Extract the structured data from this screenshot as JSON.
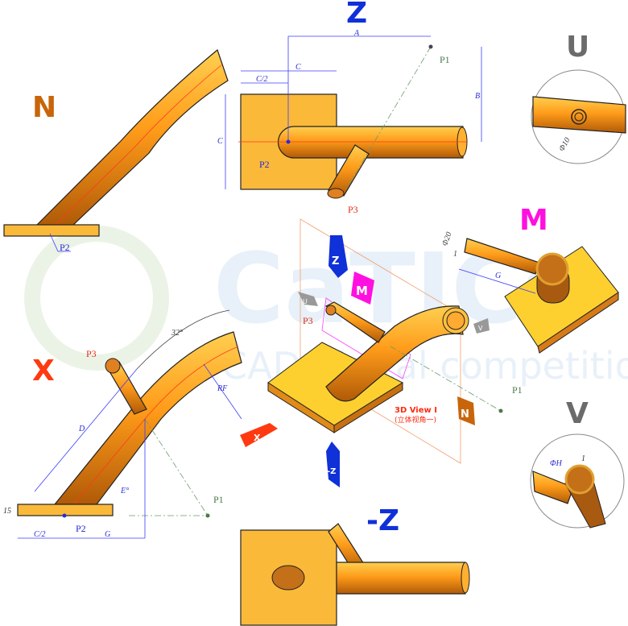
{
  "watermark": {
    "logo": "CaTICs",
    "tagline": "CAD digital competition"
  },
  "views": {
    "N": {
      "label": "N",
      "color": "#c8650a",
      "point": "P2"
    },
    "Z": {
      "label": "Z",
      "color": "#1030d8",
      "dims": {
        "A": "A",
        "B": "B",
        "C": "C",
        "C2": "C/2",
        "Cv": "C"
      },
      "points": [
        "P1",
        "P2",
        "P3"
      ]
    },
    "U": {
      "label": "U",
      "color": "#6b6b6b",
      "dim": "Φ10"
    },
    "M": {
      "label": "M",
      "color": "#ff10e0",
      "dims": {
        "dia": "Φ20",
        "wall": "1",
        "G": "G"
      }
    },
    "X": {
      "label": "X",
      "color": "#ff3a10",
      "dims": {
        "angle": "32°",
        "RF": "RF",
        "D": "D",
        "E": "E°",
        "t": "15",
        "C2": "C/2",
        "G": "G"
      },
      "points": [
        "P1",
        "P2",
        "P3"
      ]
    },
    "V": {
      "label": "V",
      "color": "#6b6b6b",
      "dims": {
        "dia": "ΦH",
        "wall": "1"
      }
    },
    "minusZ": {
      "label": "-Z",
      "color": "#1030d8"
    }
  },
  "view3d": {
    "title": "3D View I",
    "subtitle": "(立体视角一)",
    "points": [
      "P1",
      "P3"
    ],
    "markers": [
      "Z",
      "M",
      "U",
      "V",
      "N",
      "X",
      "-Z"
    ]
  }
}
